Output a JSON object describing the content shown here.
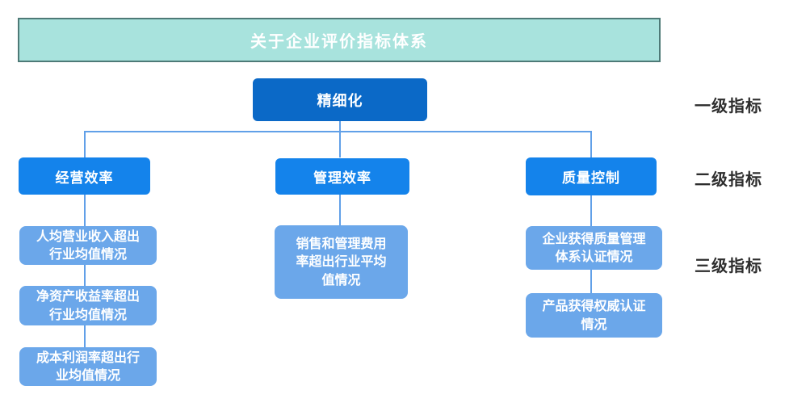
{
  "title": "关于企业评价指标体系",
  "legend": {
    "level1": "一级指标",
    "level2": "二级指标",
    "level3": "三级指标"
  },
  "tree": {
    "root": {
      "label": "精细化"
    },
    "branches": [
      {
        "label": "经营效率",
        "children": [
          {
            "label": "人均营业收入超出\n行业均值情况"
          },
          {
            "label": "净资产收益率超出\n行业均值情况"
          },
          {
            "label": "成本利润率超出行\n业均值情况"
          }
        ]
      },
      {
        "label": "管理效率",
        "children": [
          {
            "label": "销售和管理费用\n率超出行业平均\n值情况"
          }
        ]
      },
      {
        "label": "质量控制",
        "children": [
          {
            "label": "企业获得质量管理\n体系认证情况"
          },
          {
            "label": "产品获得权威认证\n情况"
          }
        ]
      }
    ]
  },
  "colors": {
    "banner_bg": "#a8e3dd",
    "banner_border": "#4e7a77",
    "level1_bg": "#0b69c7",
    "level2_bg": "#1483eb",
    "level3_bg": "#6ba7ea",
    "connector": "#61a0e8",
    "legend_text": "#2d2d2d"
  }
}
